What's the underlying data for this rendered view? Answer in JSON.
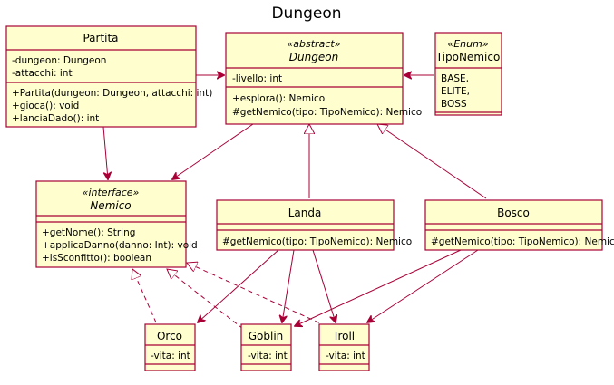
{
  "title": "Dungeon",
  "classes": {
    "partita": {
      "name": "Partita",
      "fields": [
        "-dungeon: Dungeon",
        "-attacchi: int"
      ],
      "methods": [
        "+Partita(dungeon: Dungeon, attacchi: int)",
        "+gioca(): void",
        "+lanciaDado(): int"
      ]
    },
    "dungeon": {
      "stereotype": "«abstract»",
      "name": "Dungeon",
      "fields": [
        "-livello: int"
      ],
      "methods": [
        "+esplora(): Nemico",
        "#getNemico(tipo: TipoNemico): Nemico"
      ]
    },
    "tiponemico": {
      "stereotype": "«Enum»",
      "name": "TipoNemico",
      "values": [
        "BASE,",
        "ELITE,",
        "BOSS"
      ]
    },
    "nemico": {
      "stereotype": "«interface»",
      "name": "Nemico",
      "methods": [
        "+getNome(): String",
        "+applicaDanno(danno: Int): void",
        "+isSconfitto(): boolean"
      ]
    },
    "landa": {
      "name": "Landa",
      "methods": [
        "#getNemico(tipo: TipoNemico): Nemico"
      ]
    },
    "bosco": {
      "name": "Bosco",
      "methods": [
        "#getNemico(tipo: TipoNemico): Nemico"
      ]
    },
    "orco": {
      "name": "Orco",
      "fields": [
        "-vita: int"
      ]
    },
    "goblin": {
      "name": "Goblin",
      "fields": [
        "-vita: int"
      ]
    },
    "troll": {
      "name": "Troll",
      "fields": [
        "-vita: int"
      ]
    }
  }
}
